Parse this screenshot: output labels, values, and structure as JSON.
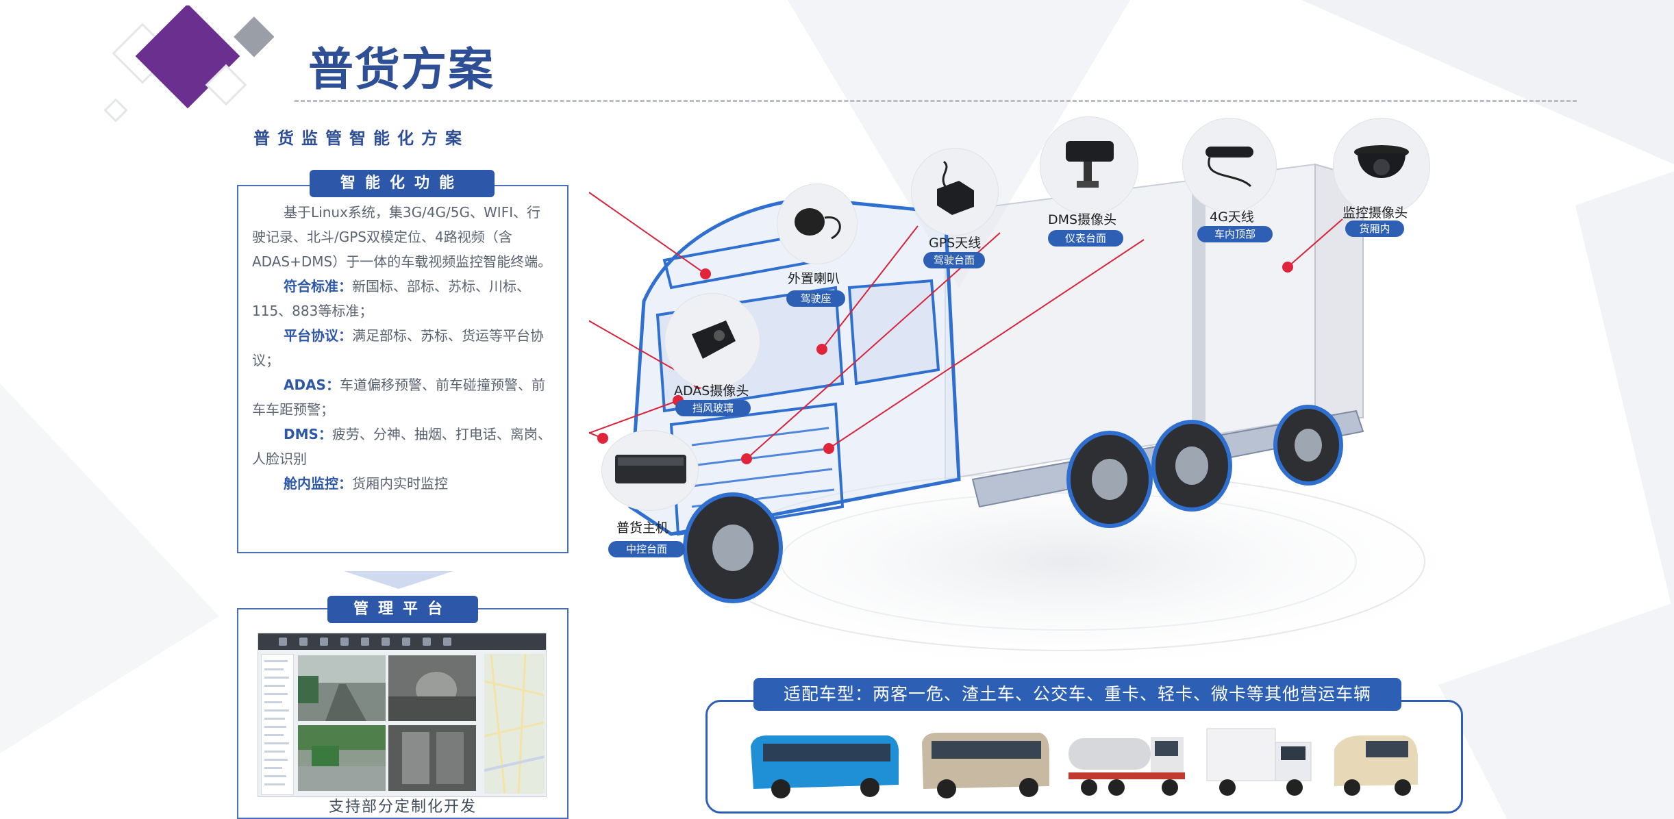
{
  "title": "普货方案",
  "subtitle": "普货监管智能化方案",
  "features": {
    "heading": "智能化功能",
    "intro": "基于Linux系统，集3G/4G/5G、WIFI、行驶记录、北斗/GPS双模定位、4路视频（含ADAS+DMS）于一体的车载视频监控智能终端。",
    "items": [
      {
        "label": "符合标准：",
        "text": "新国标、部标、苏标、川标、115、883等标准；"
      },
      {
        "label": "平台协议：",
        "text": "满足部标、苏标、货运等平台协议；"
      },
      {
        "label": "ADAS：",
        "text": "车道偏移预警、前车碰撞预警、前车车距预警；"
      },
      {
        "label": "DMS：",
        "text": "疲劳、分神、抽烟、打电话、离岗、人脸识别"
      },
      {
        "label": "舱内监控：",
        "text": "货厢内实时监控"
      }
    ]
  },
  "platform": {
    "heading": "管理平台",
    "caption": "支持部分定制化开发"
  },
  "components": [
    {
      "name": "外置喇叭",
      "location": "驾驶座"
    },
    {
      "name": "GPS天线",
      "location": "驾驶台面"
    },
    {
      "name": "DMS摄像头",
      "location": "仪表台面"
    },
    {
      "name": "4G天线",
      "location": "车内顶部"
    },
    {
      "name": "监控摄像头",
      "location": "货厢内"
    },
    {
      "name": "ADAS摄像头",
      "location": "挡风玻璃"
    },
    {
      "name": "普货主机",
      "location": "中控台面"
    }
  ],
  "vehicles_banner": "适配车型：两客一危、渣土车、公交车、重卡、轻卡、微卡等其他营运车辆",
  "colors": {
    "primary": "#2d5fb4",
    "title": "#2e4f96",
    "accent_purple": "#6a2f8f",
    "marker": "#e0253a"
  }
}
